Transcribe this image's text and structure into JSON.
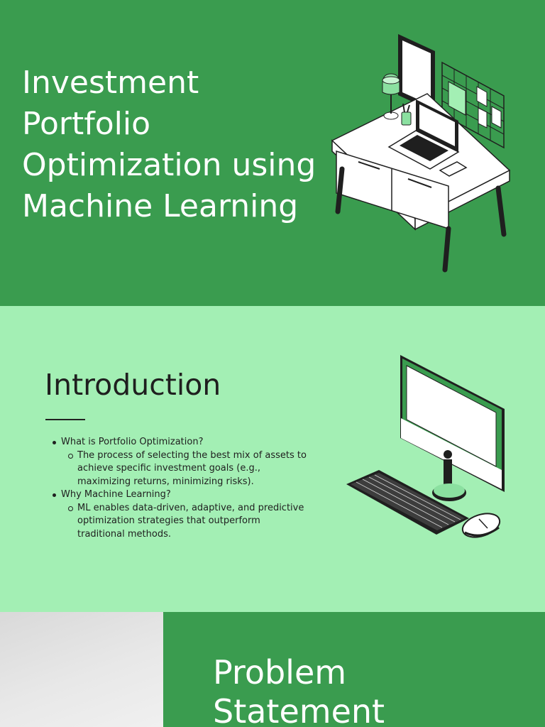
{
  "slide1": {
    "title_lines": [
      "Investment",
      "Portfolio",
      "Optimization using",
      "Machine Learning"
    ]
  },
  "slide2": {
    "title": "Introduction",
    "bullets": [
      {
        "text": "What is Portfolio Optimization?",
        "sub": [
          "The process of selecting the best mix of assets to achieve specific investment goals (e.g., maximizing returns, minimizing risks)."
        ]
      },
      {
        "text": "Why Machine Learning?",
        "sub": [
          "ML enables data-driven, adaptive, and predictive optimization strategies that outperform traditional methods."
        ]
      }
    ]
  },
  "slide3": {
    "title_lines": [
      "Problem",
      "Statement"
    ]
  },
  "colors": {
    "dark_green": "#3a9c4f",
    "light_green": "#a3efb4",
    "accent_green": "#8be0a0",
    "ink": "#1f1f1f"
  },
  "icons": [
    "desk-illustration",
    "desktop-computer-illustration"
  ]
}
